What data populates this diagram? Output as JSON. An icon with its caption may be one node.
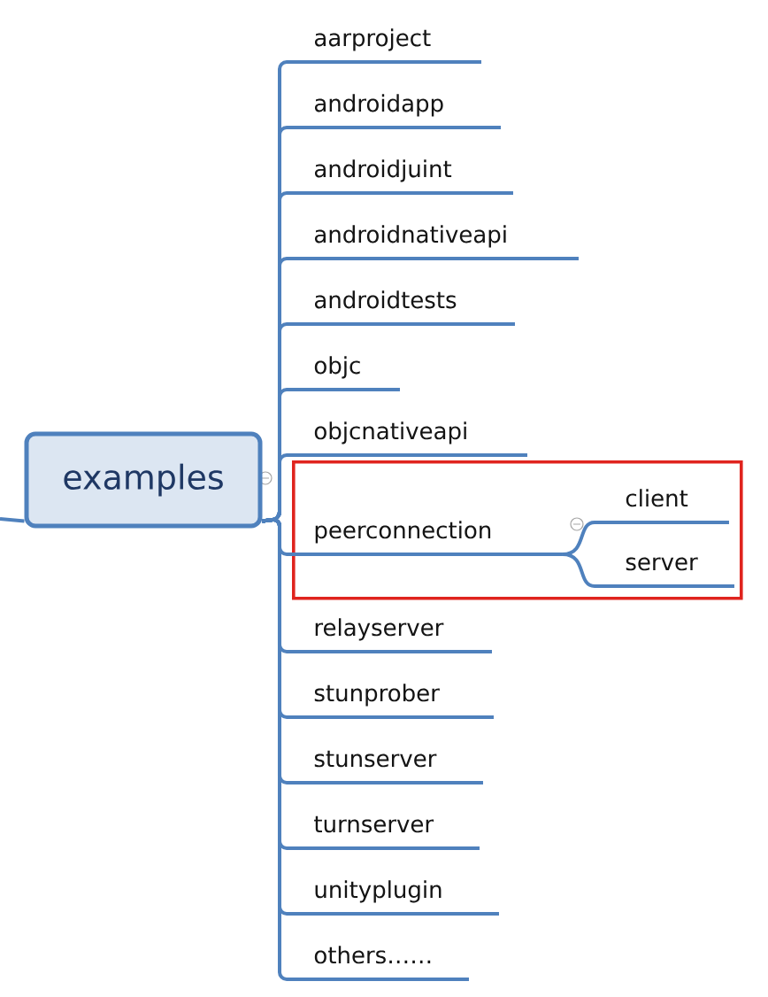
{
  "diagram": {
    "nodes": [
      {
        "text": [
          "examples"
        ]
      },
      {
        "text": [
          "aarproject"
        ]
      },
      {
        "text": [
          "androidapp"
        ]
      },
      {
        "text": [
          "androidjuint"
        ]
      },
      {
        "text": [
          "androidnativeapi"
        ]
      },
      {
        "text": [
          "androidtests"
        ]
      },
      {
        "text": [
          "objc"
        ]
      },
      {
        "text": [
          "objcnativeapi"
        ]
      },
      {
        "text": [],
        "shape": "box"
      },
      {
        "text": [
          "peerconnection"
        ],
        "in": 8
      },
      {
        "text": [
          "client"
        ],
        "in": 8
      },
      {
        "text": [
          "server"
        ],
        "in": 8
      },
      {
        "text": [
          "relayserver"
        ]
      },
      {
        "text": [
          "stunprober"
        ]
      },
      {
        "text": [
          "stunserver"
        ]
      },
      {
        "text": [
          "turnserver"
        ]
      },
      {
        "text": [
          "unityplugin"
        ]
      },
      {
        "text": [
          "others……"
        ]
      }
    ],
    "edges": [
      {
        "from": 0,
        "to": 1,
        "arrow": "none"
      },
      {
        "from": 0,
        "to": 2,
        "arrow": "none"
      },
      {
        "from": 0,
        "to": 3,
        "arrow": "none"
      },
      {
        "from": 0,
        "to": 4,
        "arrow": "none"
      },
      {
        "from": 0,
        "to": 5,
        "arrow": "none"
      },
      {
        "from": 0,
        "to": 6,
        "arrow": "none"
      },
      {
        "from": 0,
        "to": 7,
        "arrow": "none"
      },
      {
        "from": 0,
        "to": 9,
        "arrow": "none"
      },
      {
        "from": 0,
        "to": 12,
        "arrow": "none"
      },
      {
        "from": 0,
        "to": 13,
        "arrow": "none"
      },
      {
        "from": 0,
        "to": 14,
        "arrow": "none"
      },
      {
        "from": 0,
        "to": 15,
        "arrow": "none"
      },
      {
        "from": 0,
        "to": 16,
        "arrow": "none"
      },
      {
        "from": 0,
        "to": 17,
        "arrow": "none"
      },
      {
        "from": 9,
        "to": 10,
        "arrow": "none"
      },
      {
        "from": 9,
        "to": 11,
        "arrow": "none"
      },
      {
        "from": null,
        "to": 0,
        "arrow": "none"
      }
    ]
  }
}
